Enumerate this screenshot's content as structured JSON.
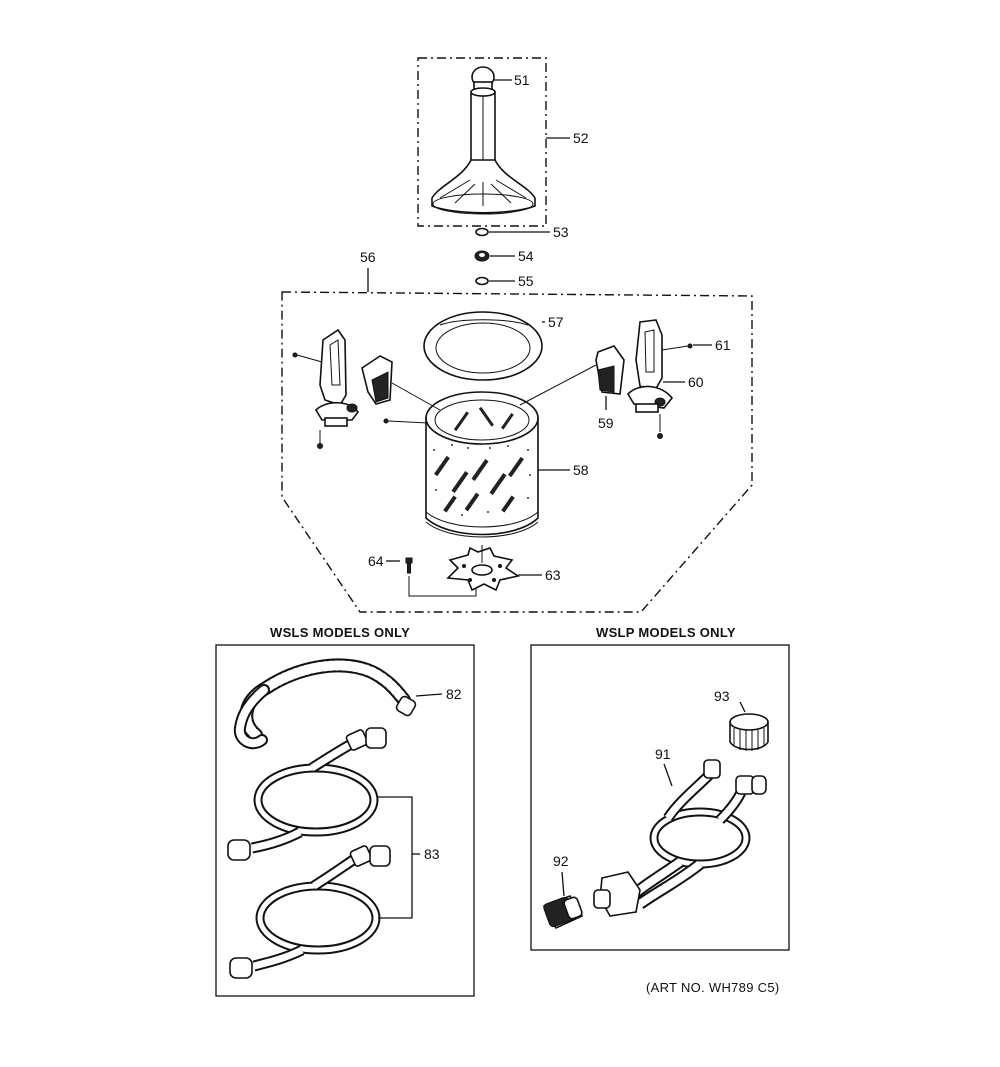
{
  "captions": {
    "wsls": "WSLS MODELS ONLY",
    "wslp": "WSLP MODELS ONLY",
    "art_no": "(ART NO. WH789 C5)"
  },
  "callouts": {
    "c51": "51",
    "c52": "52",
    "c53": "53",
    "c54": "54",
    "c55": "55",
    "c56": "56",
    "c57": "57",
    "c58": "58",
    "c59": "59",
    "c60": "60",
    "c61": "61",
    "c63": "63",
    "c64": "64",
    "c82": "82",
    "c83": "83",
    "c91": "91",
    "c92": "92",
    "c93": "93"
  },
  "icons": {
    "agitator": "agitator-drawing",
    "basket": "wash-basket-drawing",
    "hub": "basket-hub-drawing",
    "hose": "hose-drawing"
  }
}
